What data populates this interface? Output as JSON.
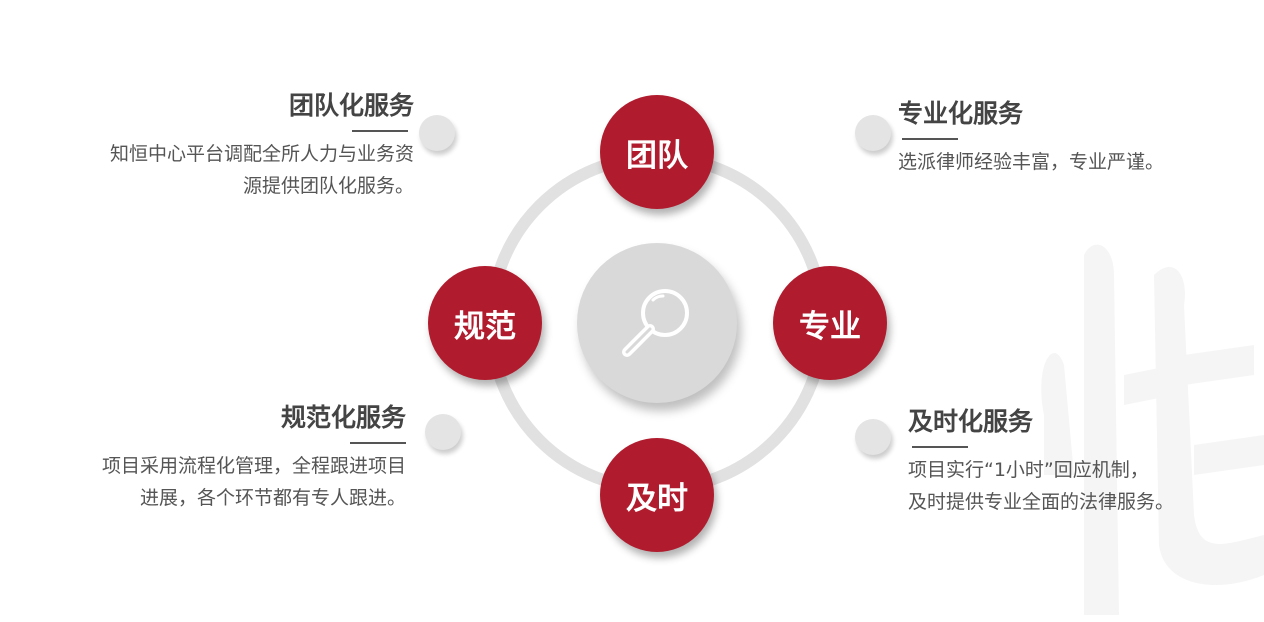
{
  "center_icon": "search-icon",
  "nodes": {
    "top": "团队",
    "right": "专业",
    "bottom": "及时",
    "left": "规范"
  },
  "blocks": {
    "team": {
      "title": "团队化服务",
      "lines": [
        "知恒中心平台调配全所人力与业务资",
        "源提供团队化服务。"
      ]
    },
    "pro": {
      "title": "专业化服务",
      "lines": [
        "选派律师经验丰富，专业严谨。"
      ]
    },
    "norm": {
      "title": "规范化服务",
      "lines": [
        "项目采用流程化管理，全程跟进项目",
        "进展，各个环节都有专人跟进。"
      ]
    },
    "timely": {
      "title": "及时化服务",
      "lines": [
        "项目实行“1小时”回应机制，",
        "及时提供专业全面的法律服务。"
      ]
    }
  },
  "colors": {
    "accent": "#b01c2e",
    "ring": "#e1e1e1"
  }
}
